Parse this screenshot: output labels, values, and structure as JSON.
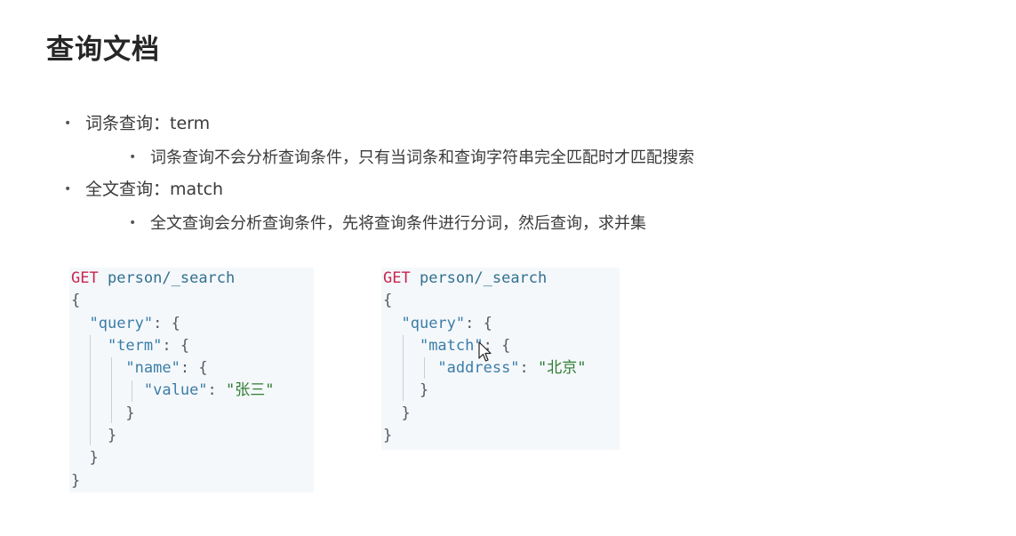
{
  "slide": {
    "title": "查询文档",
    "bullets": [
      {
        "label": "词条查询：term"
      },
      {
        "label": "词条查询不会分析查询条件，只有当词条和查询字符串完全匹配时才匹配搜索"
      },
      {
        "label": "全文查询：match"
      },
      {
        "label": "全文查询会分析查询条件，先将查询条件进行分词，然后查询，求并集"
      }
    ],
    "bullet_glyph": "•"
  },
  "code_term": {
    "method": "GET",
    "path": "person/_search",
    "brace_open": "{",
    "q_key": "\"query\"",
    "term_key": "\"term\"",
    "name_key": "\"name\"",
    "value_key": "\"value\"",
    "value_str": "\"张三\"",
    "colon_brace": ": {",
    "colon": ": ",
    "brace_close": "}"
  },
  "code_match": {
    "method": "GET",
    "path": "person/_search",
    "brace_open": "{",
    "q_key": "\"query\"",
    "match_key": "\"match\"",
    "address_key": "\"address\"",
    "address_str": "\"北京\"",
    "colon_brace": ": {",
    "colon": ": ",
    "brace_close": "}"
  },
  "colors": {
    "keyword": "#c7254e",
    "path": "#31708f",
    "key": "#3a7da8",
    "string": "#2e7d32",
    "code_bg": "#f5f8fb"
  },
  "icons": {
    "cursor": "mouse-pointer-icon"
  }
}
